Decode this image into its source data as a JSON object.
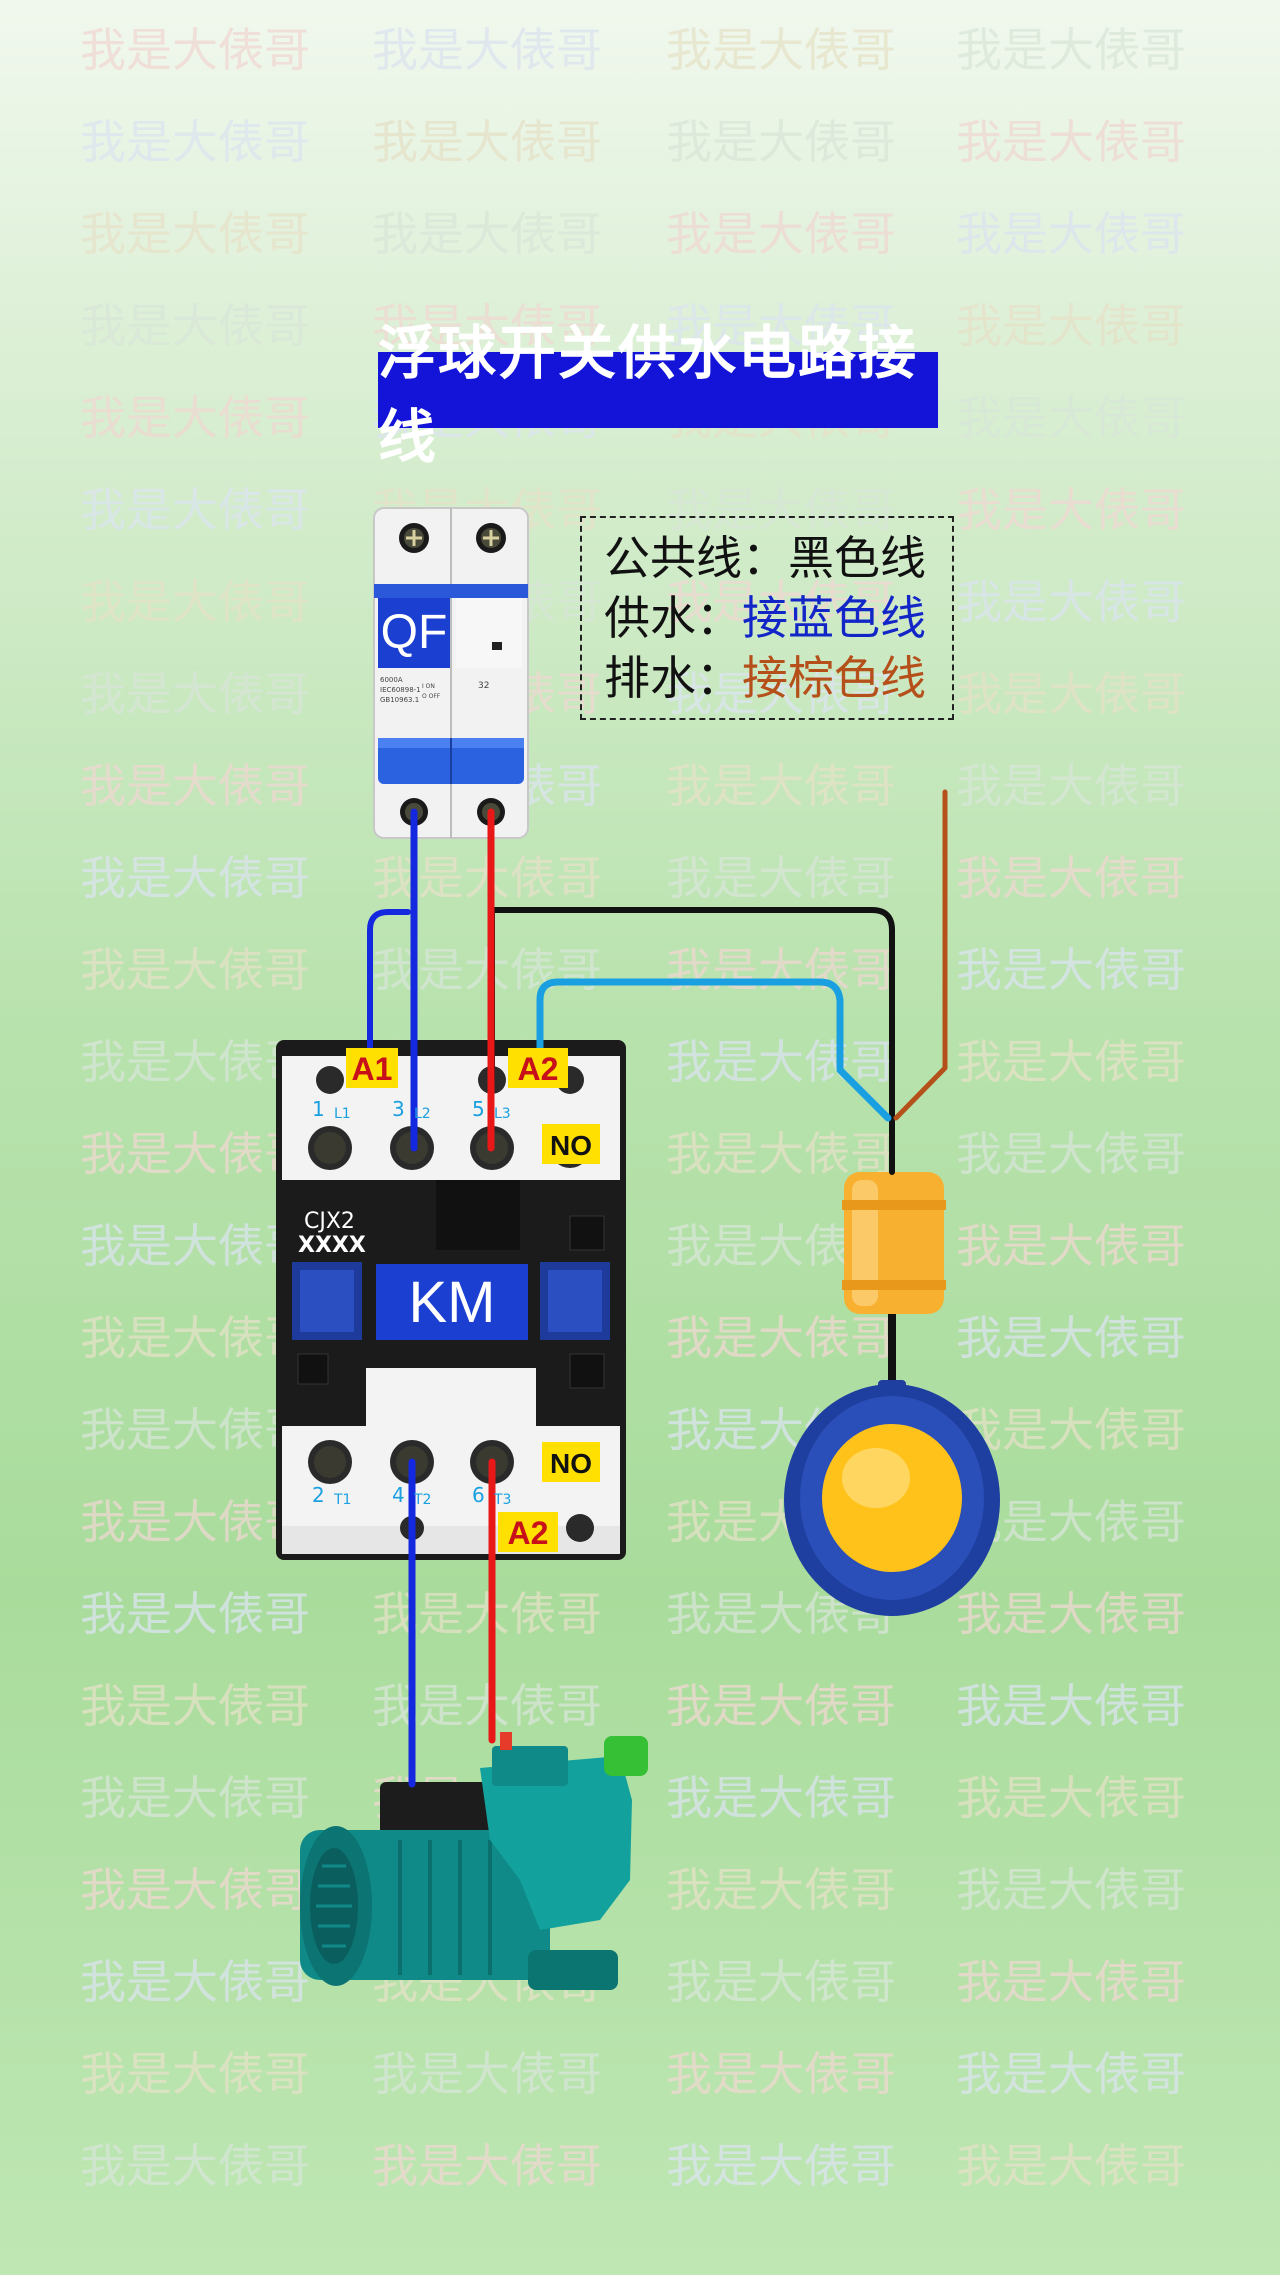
{
  "watermark": {
    "text": "我是大俵哥"
  },
  "title": "浮球开关供水电路接线",
  "legend": {
    "rows": [
      {
        "key": "公共线：",
        "value": "黑色线",
        "color": "#111111"
      },
      {
        "key": "供水：",
        "value": "接蓝色线",
        "color": "#1226c8"
      },
      {
        "key": "排水：",
        "value": "接棕色线",
        "color": "#b5501a"
      }
    ]
  },
  "breaker": {
    "label": "QF",
    "small_text_1": "6000A",
    "small_text_2": "IEC60898-1",
    "small_text_3": "GB10963.1",
    "on_label": "I ON",
    "off_label": "O OFF",
    "rating": "32"
  },
  "contactor": {
    "label": "KM",
    "model_line1": "CJX2",
    "model_line2": "XXXX",
    "coil_a1": "A1",
    "coil_a2": "A2",
    "coil_a2_bottom": "A2",
    "no_top": "NO",
    "no_bottom": "NO",
    "top_terminals": [
      {
        "num": "1",
        "sub": "L1"
      },
      {
        "num": "3",
        "sub": "L2"
      },
      {
        "num": "5",
        "sub": "L3"
      }
    ],
    "bottom_terminals": [
      {
        "num": "2",
        "sub": "T1"
      },
      {
        "num": "4",
        "sub": "T2"
      },
      {
        "num": "6",
        "sub": "T3"
      }
    ]
  },
  "colors": {
    "title_bg": "#1414d8",
    "wire_blue": "#1428e0",
    "wire_red": "#e81818",
    "wire_black": "#111111",
    "wire_lightblue": "#1aa0e0",
    "wire_brown": "#b5501a",
    "label_yellow": "#ffe000",
    "float_yellow": "#ffc21a",
    "float_blue": "#1f3fa0",
    "pump_teal": "#0f8a88"
  }
}
